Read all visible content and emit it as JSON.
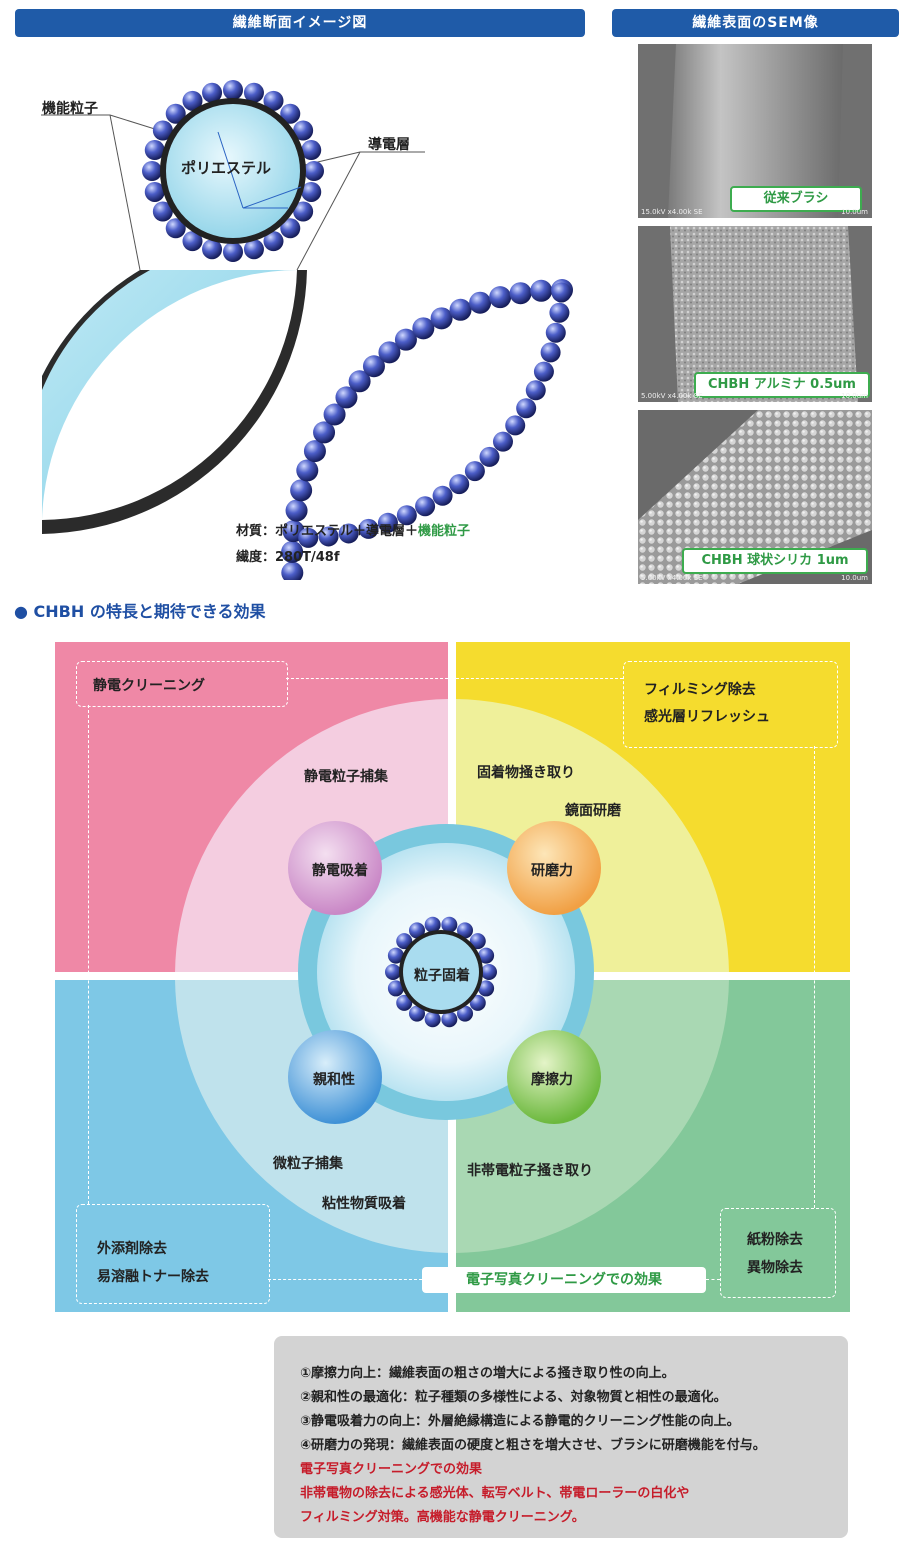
{
  "cross_section": {
    "header": "繊維断面イメージ図",
    "label_particles": "機能粒子",
    "label_layer": "導電層",
    "core_label": "ポリエステル",
    "material_prefix": "材質：ポリエステル＋導電層＋",
    "material_highlight": "機能粒子",
    "fineness": "繊度：280T/48f"
  },
  "sem": {
    "header": "繊維表面のSEM像",
    "images": [
      {
        "tag": "従来ブラシ",
        "meta": "15.0kV x4.00k SE",
        "scale": "10.0um"
      },
      {
        "tag": "CHBH アルミナ 0.5um",
        "meta": "5.00kV x4.00k SE",
        "scale": "10.0um"
      },
      {
        "tag": "CHBH 球状シリカ 1um",
        "meta": "5.00kV x4.00k SE",
        "scale": "10.0um"
      }
    ]
  },
  "features": {
    "title": "● CHBH の特長と期待できる効果",
    "corners": {
      "top_left": "静電クリーニング",
      "top_right_1": "フィルミング除去",
      "top_right_2": "感光層リフレッシュ",
      "bottom_left_1": "外添剤除去",
      "bottom_left_2": "易溶融トナー除去",
      "bottom_right_1": "紙粉除去",
      "bottom_right_2": "異物除去"
    },
    "mid_labels": {
      "tl": "静電粒子捕集",
      "tr_1": "固着物掻き取り",
      "tr_2": "鏡面研磨",
      "bl_1": "微粒子捕集",
      "bl_2": "粘性物質吸着",
      "br": "非帯電粒子掻き取り"
    },
    "bubbles": {
      "tl": "静電吸着",
      "tr": "研磨力",
      "bl": "親和性",
      "br": "摩擦力",
      "center": "粒子固着"
    },
    "bottom_banner": "電子写真クリーニングでの効果",
    "colors": {
      "pink": "#ef88a6",
      "yellow": "#f5dc2e",
      "blue": "#7ec8e6",
      "green": "#83c89a"
    }
  },
  "notes": {
    "lines": [
      "①摩擦力向上：繊維表面の粗さの増大による掻き取り性の向上。",
      "②親和性の最適化：粒子種類の多様性による、対象物質と相性の最適化。",
      "③静電吸着力の向上：外層絶縁構造による静電的クリーニング性能の向上。",
      "④研磨力の発現：繊維表面の硬度と粗さを増大させ、ブラシに研磨機能を付与。"
    ],
    "red_lines": [
      "電子写真クリーニングでの効果",
      "非帯電物の除去による感光体、転写ベルト、帯電ローラーの白化や",
      "フィルミング対策。高機能な静電クリーニング。"
    ]
  }
}
